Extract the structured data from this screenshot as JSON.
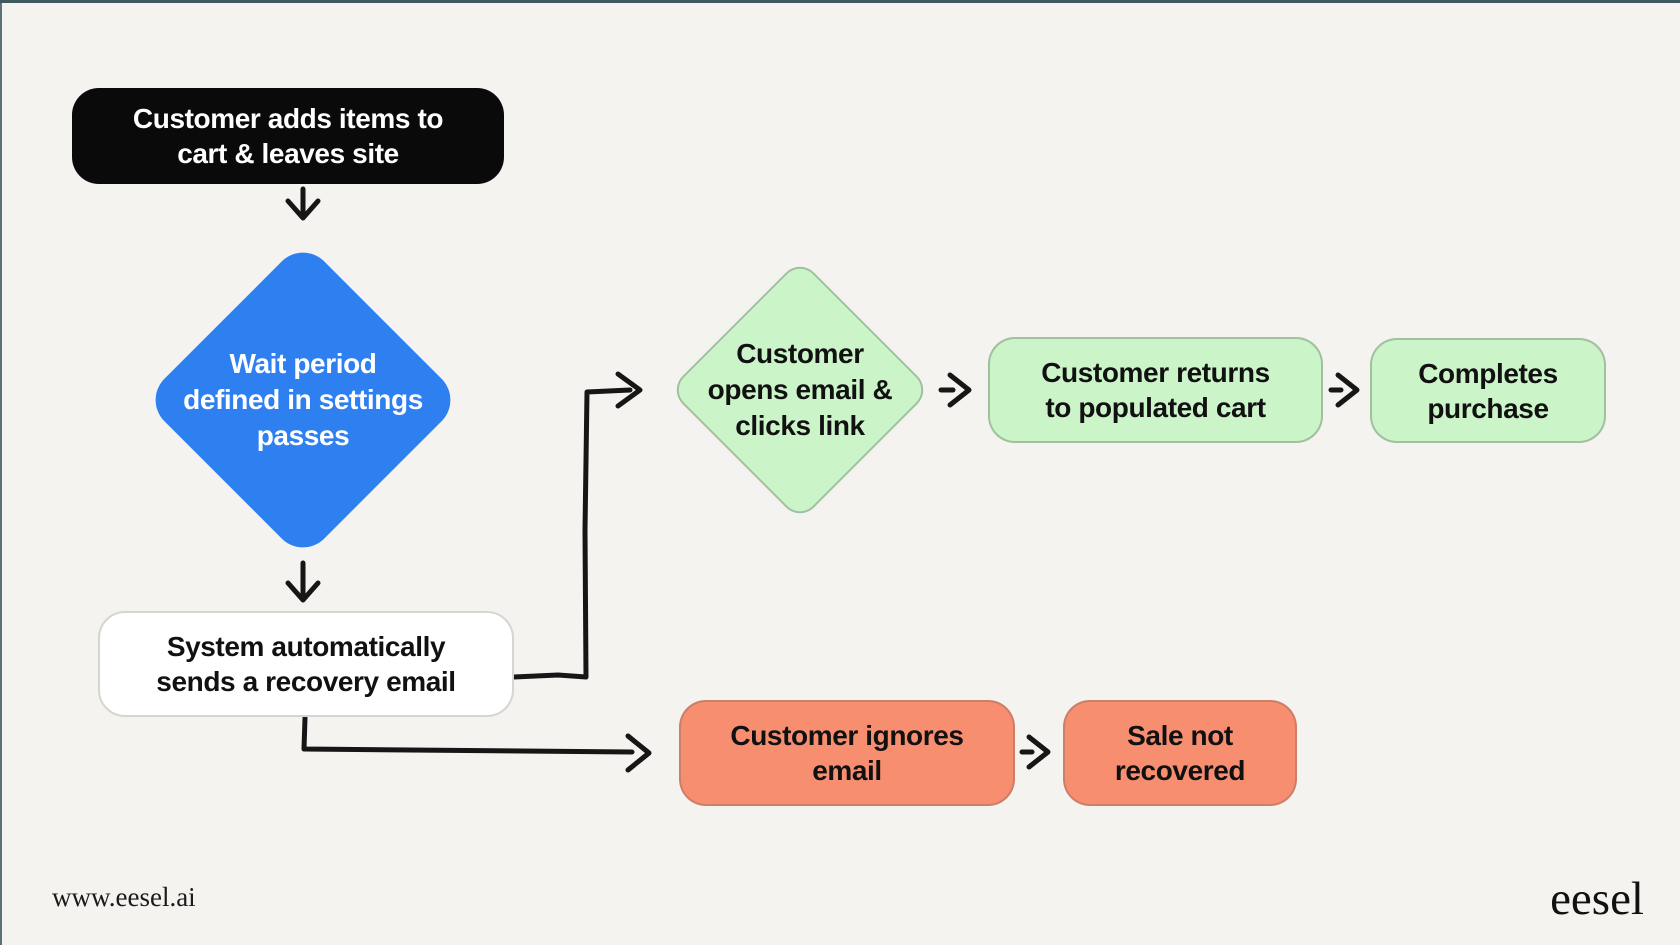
{
  "colors": {
    "background": "#f4f3f0",
    "frame_edge": "#3e5a60",
    "node_black": "#0a0a0a",
    "node_blue": "#2e80f0",
    "node_green": "#ccf4c9",
    "node_salmon": "#f88e70",
    "node_white": "#ffffff",
    "connector": "#161616"
  },
  "nodes": {
    "start": {
      "label": [
        "Customer adds items to",
        "cart & leaves site"
      ]
    },
    "wait_period": {
      "label": [
        "Wait period",
        "defined in settings",
        "passes"
      ]
    },
    "send_recovery_email": {
      "label": [
        "System automatically",
        "sends a recovery email"
      ]
    },
    "opens_email": {
      "label": [
        "Customer",
        "opens email &",
        "clicks link"
      ]
    },
    "returns_to_cart": {
      "label": [
        "Customer returns",
        "to populated cart"
      ]
    },
    "completes_purchase": {
      "label": [
        "Completes",
        "purchase"
      ]
    },
    "ignores_email": {
      "label": [
        "Customer ignores",
        "email"
      ]
    },
    "sale_not_recovered": {
      "label": [
        "Sale not",
        "recovered"
      ]
    }
  },
  "footer": {
    "website": "www.eesel.ai",
    "logo": "eesel"
  }
}
